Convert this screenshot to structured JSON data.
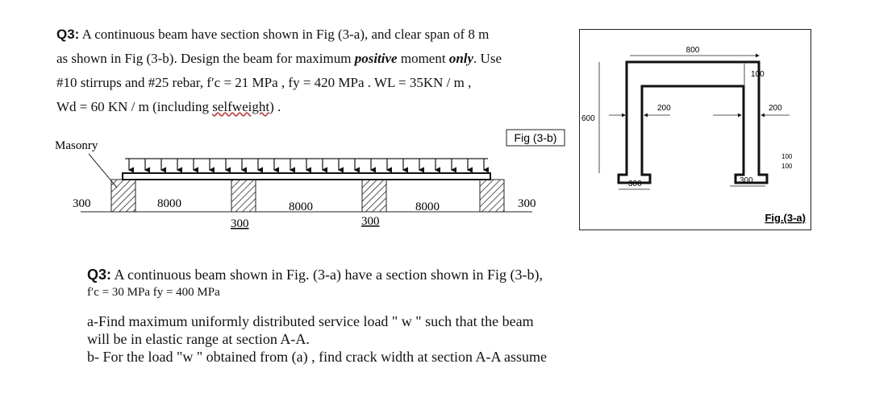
{
  "q1": {
    "label": "Q3:",
    "line1": " A continuous beam have section shown in Fig (3-a), and clear span of 8 m",
    "line2a": "as shown in Fig (3-b). Design the beam for maximum ",
    "line2b": "positive",
    "line2c": " moment ",
    "line2d": "only",
    "line2e": ". Use",
    "line3": "#10 stirrups and #25 rebar, f′c = 21 MPa , fy = 420 MPa . WL = 35KN / m ,",
    "line4a": "Wd = 60 KN / m (including ",
    "line4b": "selfweight",
    "line4c": ") ."
  },
  "beam": {
    "masonry_label": "Masonry",
    "fig_label": "Fig (3-b)",
    "end_left": "300",
    "end_right": "300",
    "spans": [
      "8000",
      "8000",
      "8000"
    ],
    "supports": [
      "300",
      "300"
    ]
  },
  "section": {
    "width": "800",
    "flange": "100",
    "height": "600",
    "web_left": "200",
    "web_right": "200",
    "base_left": "300",
    "base_right": "300",
    "small_a": "100",
    "small_b": "100",
    "fig_label": "Fig.(3-a)"
  },
  "q2": {
    "label": "Q3:",
    "line1": " A continuous  beam shown in Fig. (3-a)  have a section shown in Fig (3-b),",
    "line2": "f′c = 30 MPa   fy = 400 MPa",
    "line3": "a-Find maximum uniformly distributed service  load  \" w \" such that  the beam",
    "line4": "will be in elastic range at section A-A.",
    "line5": "b- For the load \"w \" obtained  from (a) , find crack width at section A-A assume"
  }
}
